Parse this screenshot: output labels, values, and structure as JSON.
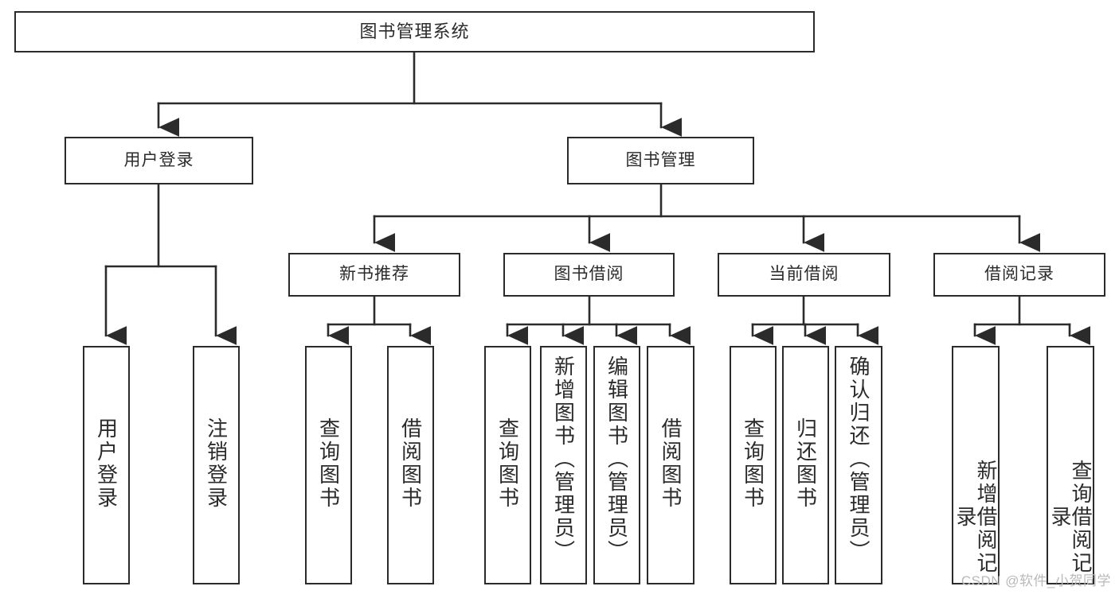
{
  "diagram": {
    "type": "tree-hierarchy-flowchart",
    "root": {
      "label": "图书管理系统"
    },
    "level2": [
      {
        "label": "用户登录"
      },
      {
        "label": "图书管理"
      }
    ],
    "level3": [
      {
        "label": "新书推荐"
      },
      {
        "label": "图书借阅"
      },
      {
        "label": "当前借阅"
      },
      {
        "label": "借阅记录"
      }
    ],
    "leaves": {
      "user_login": [
        {
          "label": "用户登录"
        },
        {
          "label": "注销登录"
        }
      ],
      "new_book_recommend": [
        {
          "label": "查询图书"
        },
        {
          "label": "借阅图书"
        }
      ],
      "book_borrow": [
        {
          "label": "查询图书"
        },
        {
          "label": "新增图书（管理员）"
        },
        {
          "label": "编辑图书（管理员）"
        },
        {
          "label": "借阅图书"
        }
      ],
      "current_borrow": [
        {
          "label": "查询图书"
        },
        {
          "label": "归还图书"
        },
        {
          "label": "确认归还（管理员）"
        }
      ],
      "borrow_record": [
        {
          "label": "新增借阅记录"
        },
        {
          "label": "查询借阅记录"
        }
      ]
    }
  },
  "watermark": {
    "text": "CSDN @软件_小贺同学"
  },
  "colors": {
    "stroke": "#2b2b2b",
    "fill": "#ffffff",
    "text": "#2b2b2b",
    "watermark": "#b9b9b9"
  }
}
